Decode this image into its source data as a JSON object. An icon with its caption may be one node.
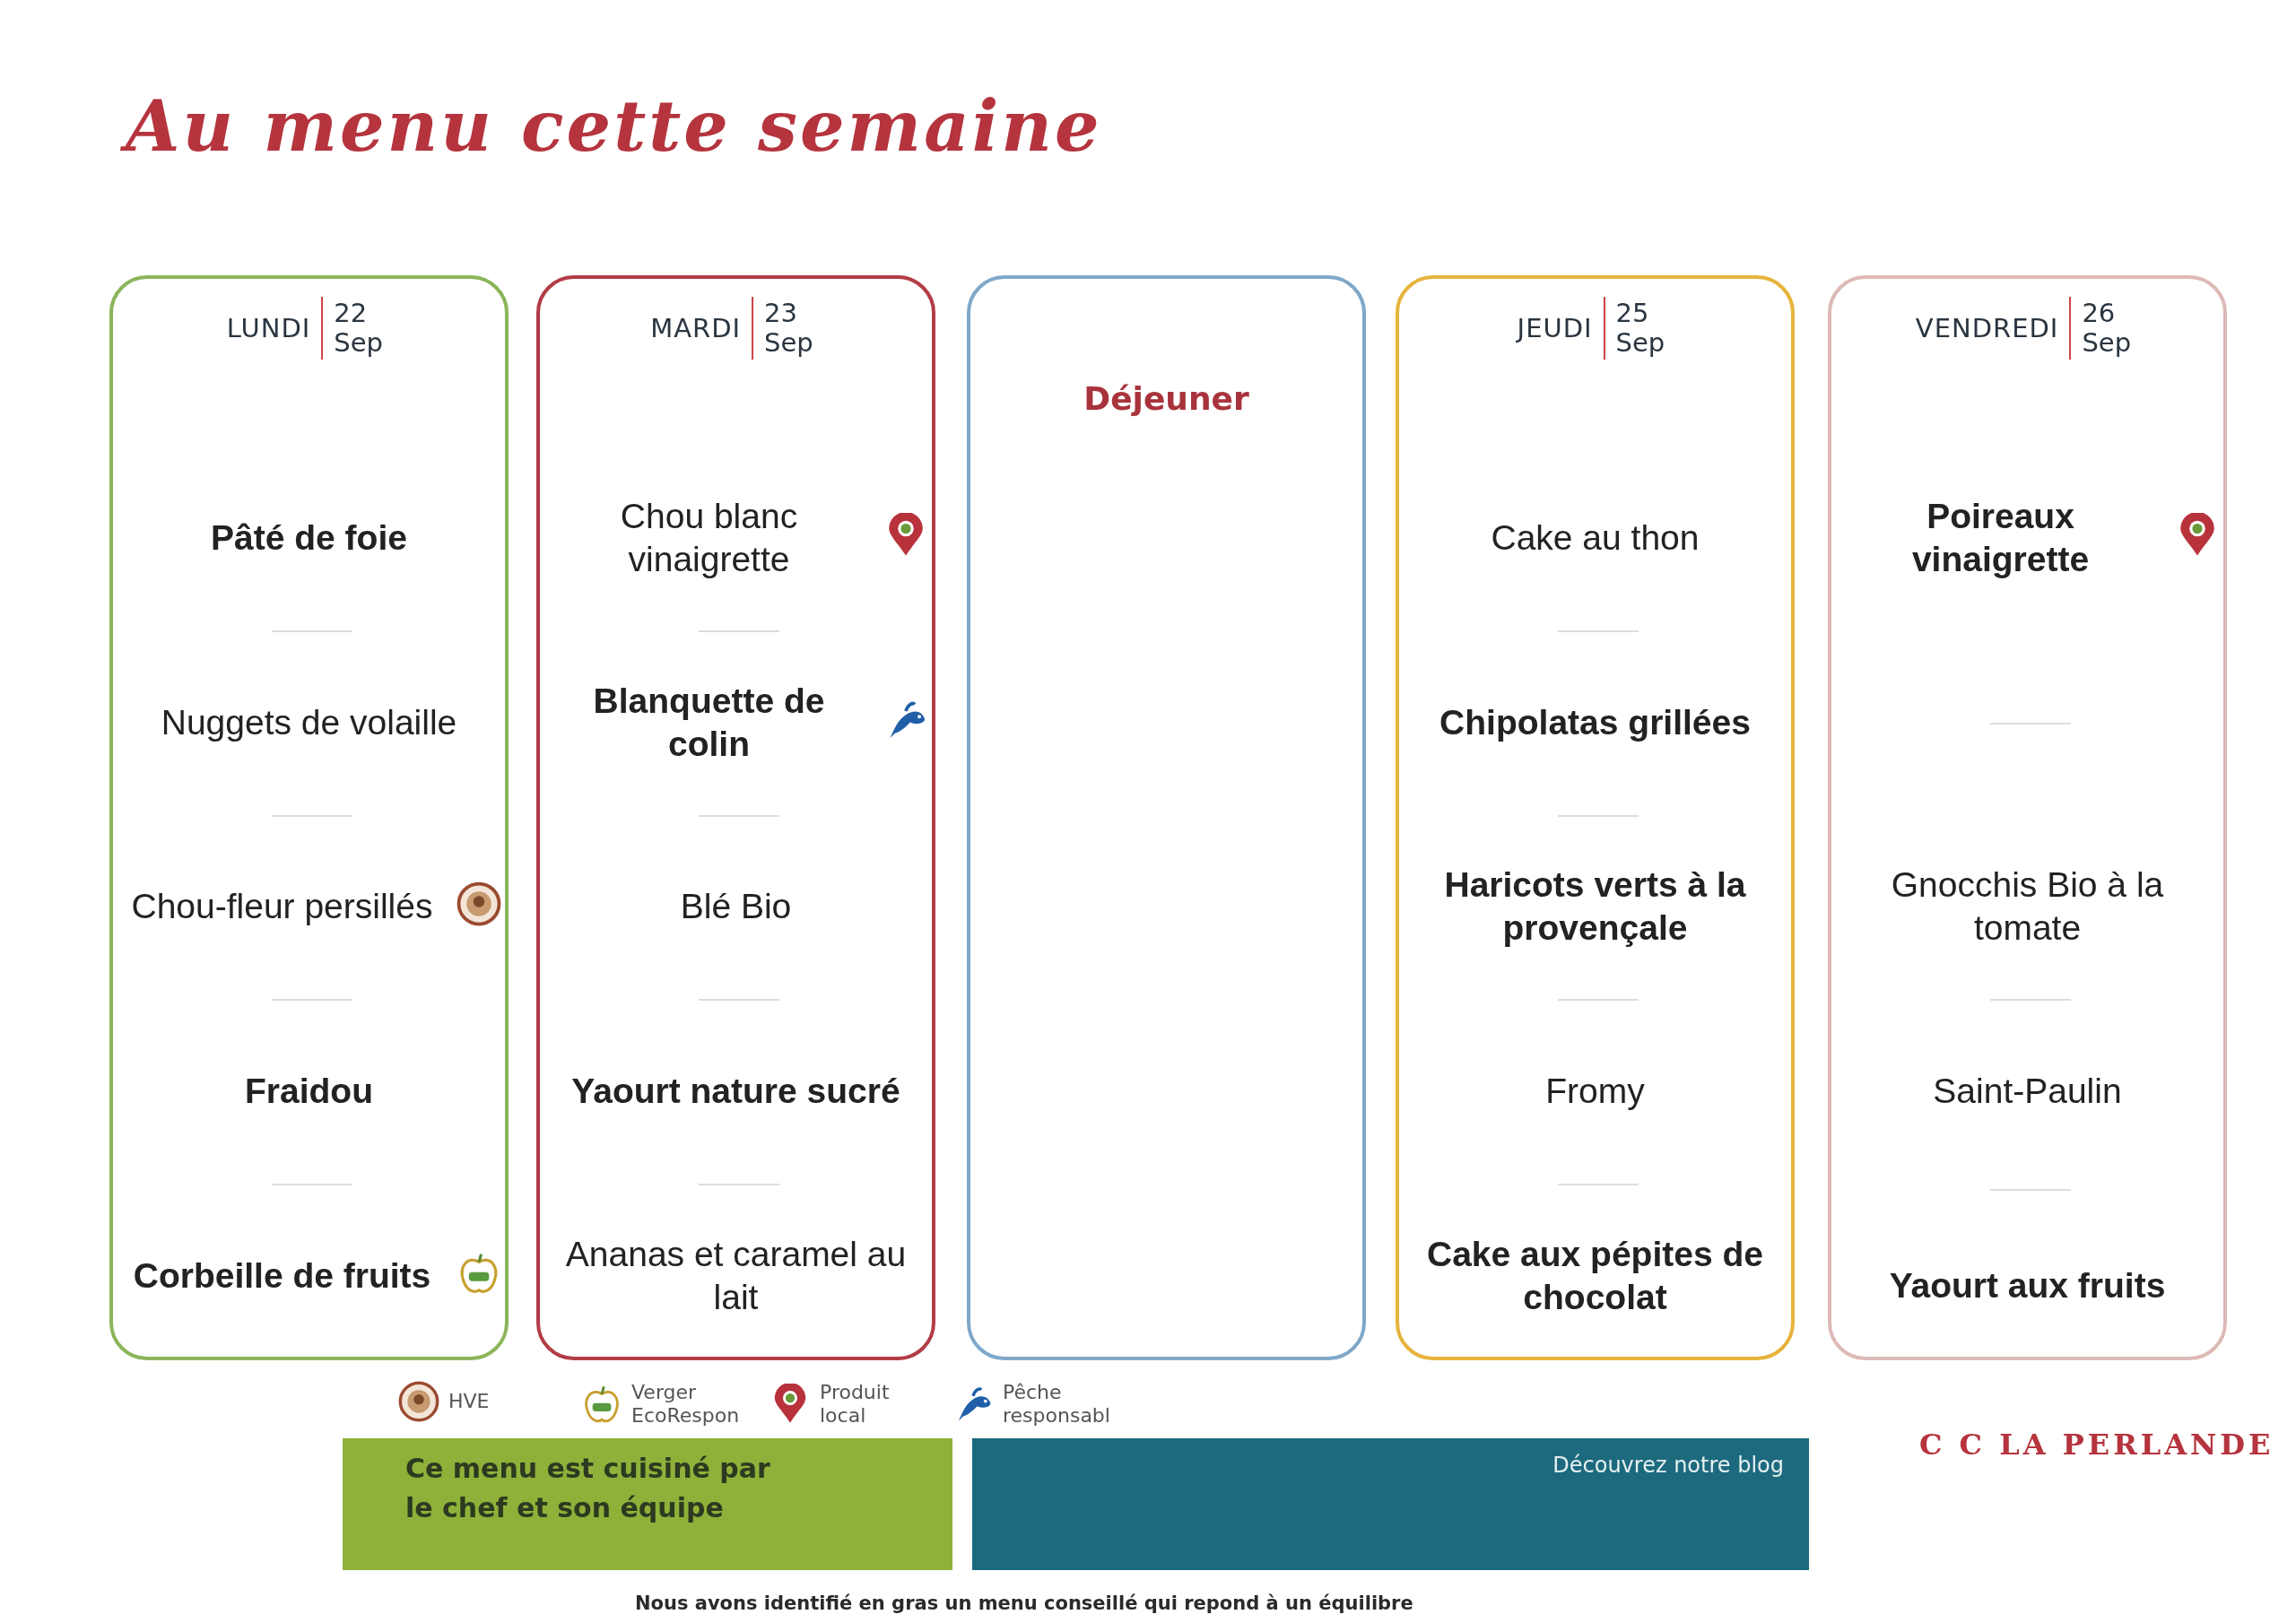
{
  "diagram": {
    "title": "Au menu cette semaine",
    "nodes": [
      {
        "text": [
          "LUNDI",
          "22 Sep",
          "Pâté de foie",
          "Nuggets de volaille",
          "Chou-fleur persillés",
          "Fraidou",
          "Corbeille de fruits"
        ]
      },
      {
        "text": [
          "MARDI",
          "23 Sep",
          "Chou blanc vinaigrette",
          "Blanquette de colin",
          "Blé Bio",
          "Yaourt nature sucré",
          "Ananas et caramel au lait"
        ]
      },
      {
        "text": [
          "Déjeuner"
        ]
      },
      {
        "text": [
          "JEUDI",
          "25 Sep",
          "Cake au thon",
          "Chipolatas grillées",
          "Haricots verts à la provençale",
          "Fromy",
          "Cake aux pépites de chocolat"
        ]
      },
      {
        "text": [
          "VENDREDI",
          "26 Sep",
          "Poireaux vinaigrette",
          "Gnocchis Bio à la tomate",
          "Saint-Paulin",
          "Yaourt aux fruits"
        ]
      },
      {
        "text": [
          "Ce menu est cuisiné par le chef et son équipe"
        ]
      },
      {
        "text": [
          "Découvrez notre blog"
        ]
      }
    ],
    "labels": [
      "C C LA PERLANDE",
      "Nous avons identifié en gras un menu conseillé qui repond à un équilibre"
    ],
    "legend": [
      {
        "text": "HVE"
      },
      {
        "text": "Verger EcoRespon"
      },
      {
        "text": "Produit local"
      },
      {
        "text": "Pêche responsabl"
      }
    ]
  }
}
